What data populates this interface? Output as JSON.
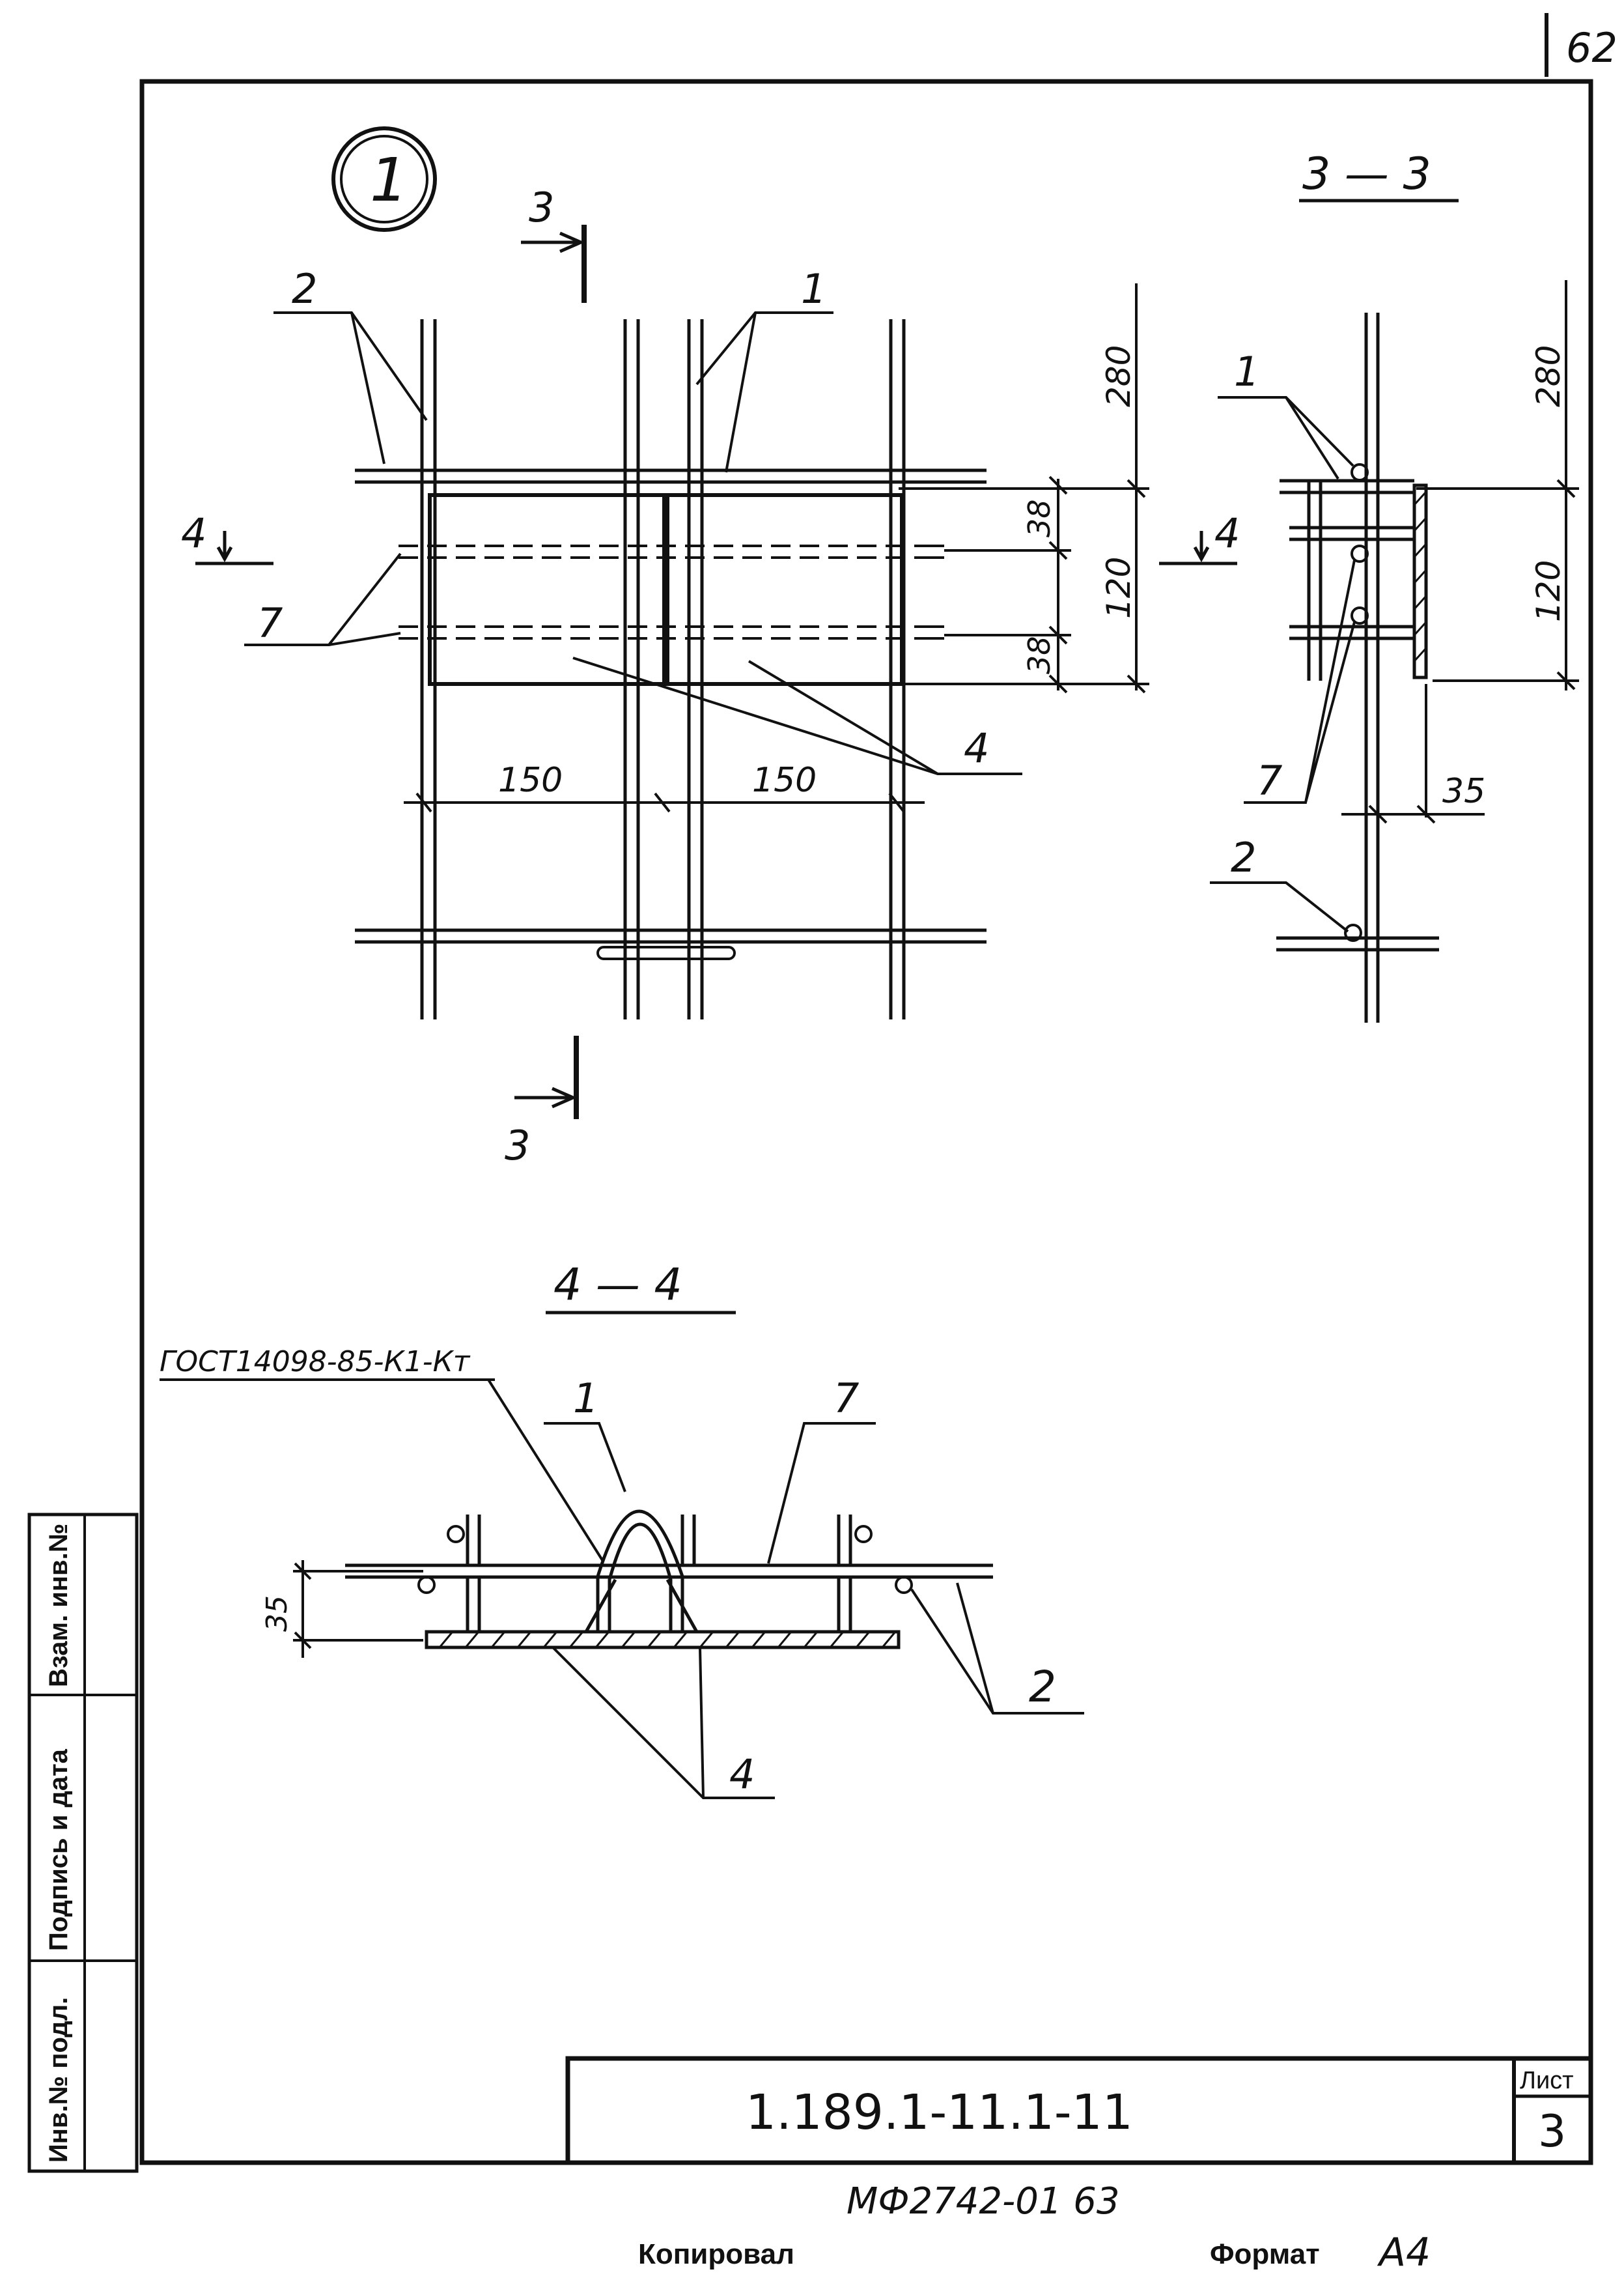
{
  "sheet_top_number": "62",
  "detail_mark": "1",
  "section_labels": {
    "s33": "3 — 3",
    "s44": "4 — 4",
    "cut3": "3",
    "cut4": "4"
  },
  "part_labels": {
    "p1": "1",
    "p2": "2",
    "p4": "4",
    "p7": "7"
  },
  "dimensions": {
    "d280": "280",
    "d120": "120",
    "d38": "38",
    "d150": "150",
    "d35": "35"
  },
  "gost_note": "ГОСТ14098-85-К1-Кт",
  "side_stamp": {
    "inv_orig": "Инв.№ подл.",
    "sign_date": "Подпись и дата",
    "vzam_inv": "Взам. инв.№"
  },
  "title_block": {
    "designation": "1.189.1-11.1-11",
    "sheet_label": "Лист",
    "sheet_number": "3"
  },
  "footer": {
    "copy_number": "МФ2742-01  63",
    "copied_label": "Копировал",
    "format_label": "Формат",
    "format_value": "А4"
  },
  "colors": {
    "ink": "#111111",
    "paper": "#ffffff"
  }
}
